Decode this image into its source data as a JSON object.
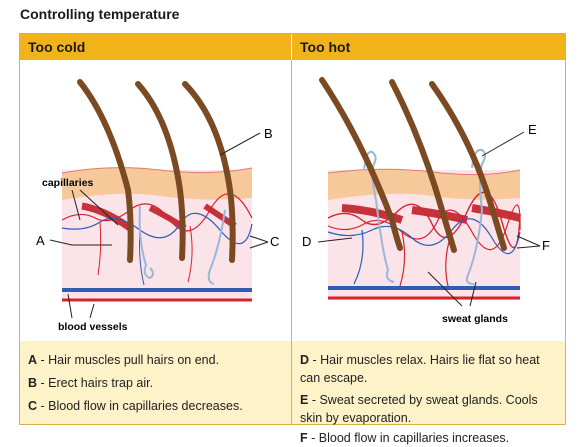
{
  "title": "Controlling temperature",
  "columns": [
    {
      "heading": "Too cold"
    },
    {
      "heading": "Too hot"
    }
  ],
  "left_labels": {
    "A": "A",
    "B": "B",
    "C": "C",
    "capillaries": "capillaries",
    "blood_vessels": "blood vessels"
  },
  "right_labels": {
    "D": "D",
    "E": "E",
    "F": "F",
    "sweat_glands": "sweat glands"
  },
  "captions_left": [
    {
      "letter": "A",
      "text": " - Hair muscles pull hairs on end."
    },
    {
      "letter": "B",
      "text": " - Erect hairs trap air."
    },
    {
      "letter": "C",
      "text": " - Blood flow in capillaries decreases."
    }
  ],
  "captions_right": [
    {
      "letter": "D",
      "text": " - Hair muscles relax. Hairs lie flat so heat can escape."
    },
    {
      "letter": "E",
      "text": " - Sweat secreted by sweat glands. Cools skin by evaporation."
    },
    {
      "letter": "F",
      "text": " - Blood flow in capillaries increases."
    }
  ],
  "colors": {
    "header": "#f2b21a",
    "caption_bg": "#fdf2c8",
    "epidermis": "#f7c99a",
    "dermis": "#fbe3ea",
    "hair": "#7b4a22",
    "vein": "#2f5db4",
    "artery": "#d8222a"
  }
}
